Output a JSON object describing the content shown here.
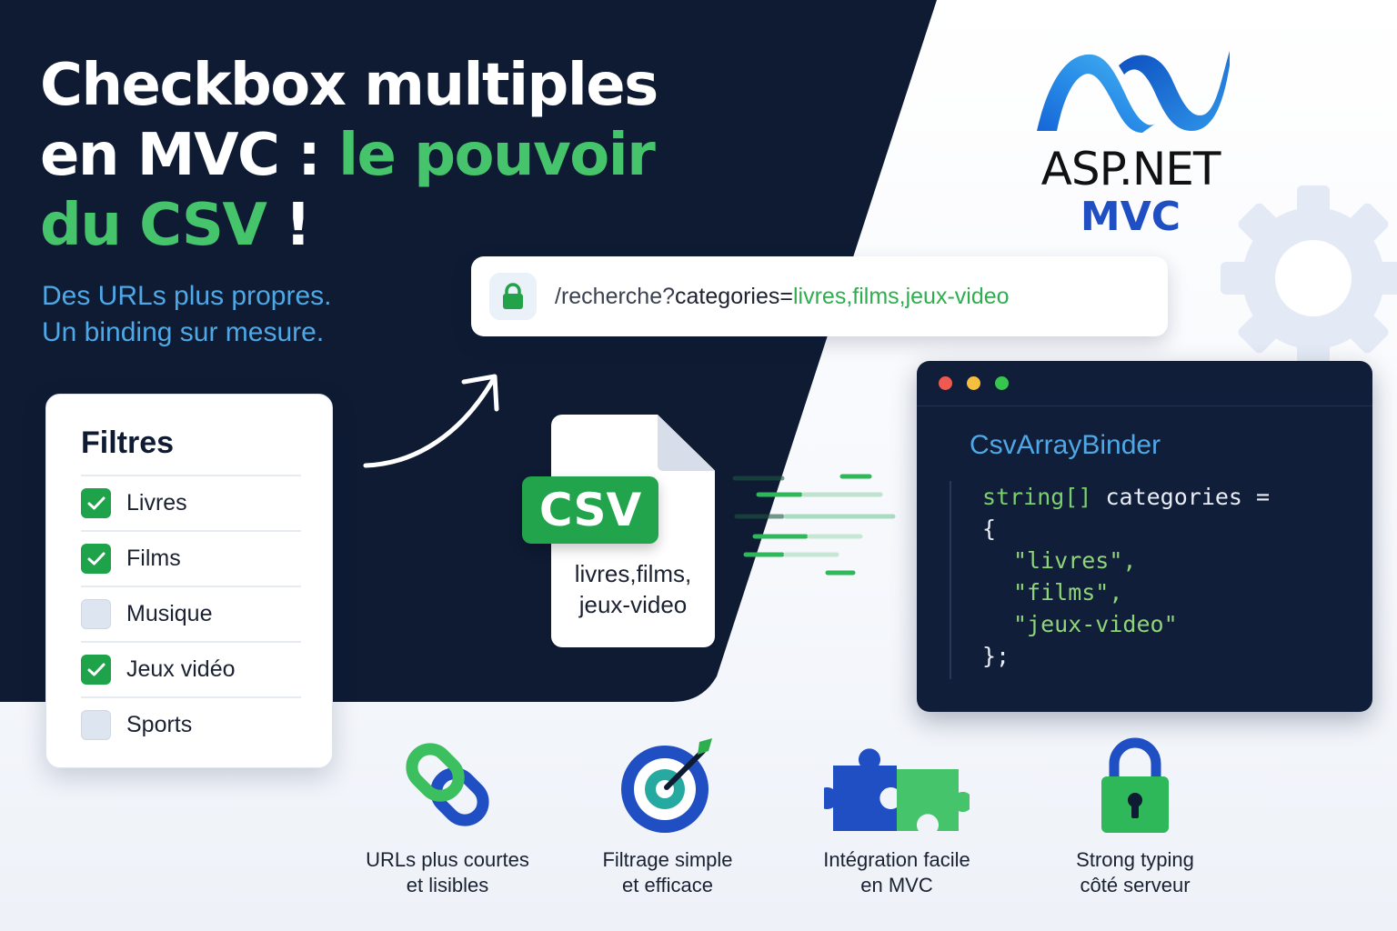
{
  "hero": {
    "title_part1": "Checkbox multiples en MVC : ",
    "title_highlight": "le pouvoir du CSV",
    "title_end": " !",
    "subtitle_line1": "Des URLs plus propres.",
    "subtitle_line2": "Un binding sur mesure."
  },
  "logo": {
    "line1": "ASP.NET",
    "line2": "MVC"
  },
  "urlbar": {
    "icon": "lock-icon",
    "path": "/recherche?",
    "param": "categories=",
    "value": "livres,films,jeux-video"
  },
  "filters": {
    "title": "Filtres",
    "items": [
      {
        "label": "Livres",
        "checked": true
      },
      {
        "label": "Films",
        "checked": true
      },
      {
        "label": "Musique",
        "checked": false
      },
      {
        "label": "Jeux vidéo",
        "checked": true
      },
      {
        "label": "Sports",
        "checked": false
      }
    ]
  },
  "csv_file": {
    "badge": "CSV",
    "line1": "livres,films,",
    "line2": "jeux-video"
  },
  "code": {
    "title": "CsvArrayBinder",
    "type": "string[]",
    "declaration": " categories =",
    "open": "{",
    "values": [
      "\"livres\",",
      "\"films\",",
      "\"jeux-video\""
    ],
    "close": "};"
  },
  "features": [
    {
      "icon": "link-icon",
      "line1": "URLs plus courtes",
      "line2": "et lisibles"
    },
    {
      "icon": "target-icon",
      "line1": "Filtrage simple",
      "line2": "et efficace"
    },
    {
      "icon": "puzzle-icon",
      "line1": "Intégration facile",
      "line2": "en MVC"
    },
    {
      "icon": "padlock-icon",
      "line1": "Strong typing",
      "line2": "côté serveur"
    }
  ],
  "colors": {
    "dark": "#0e1b33",
    "green": "#45c46b",
    "blue": "#4fa8e6",
    "mvc_blue": "#1f4fc2"
  }
}
